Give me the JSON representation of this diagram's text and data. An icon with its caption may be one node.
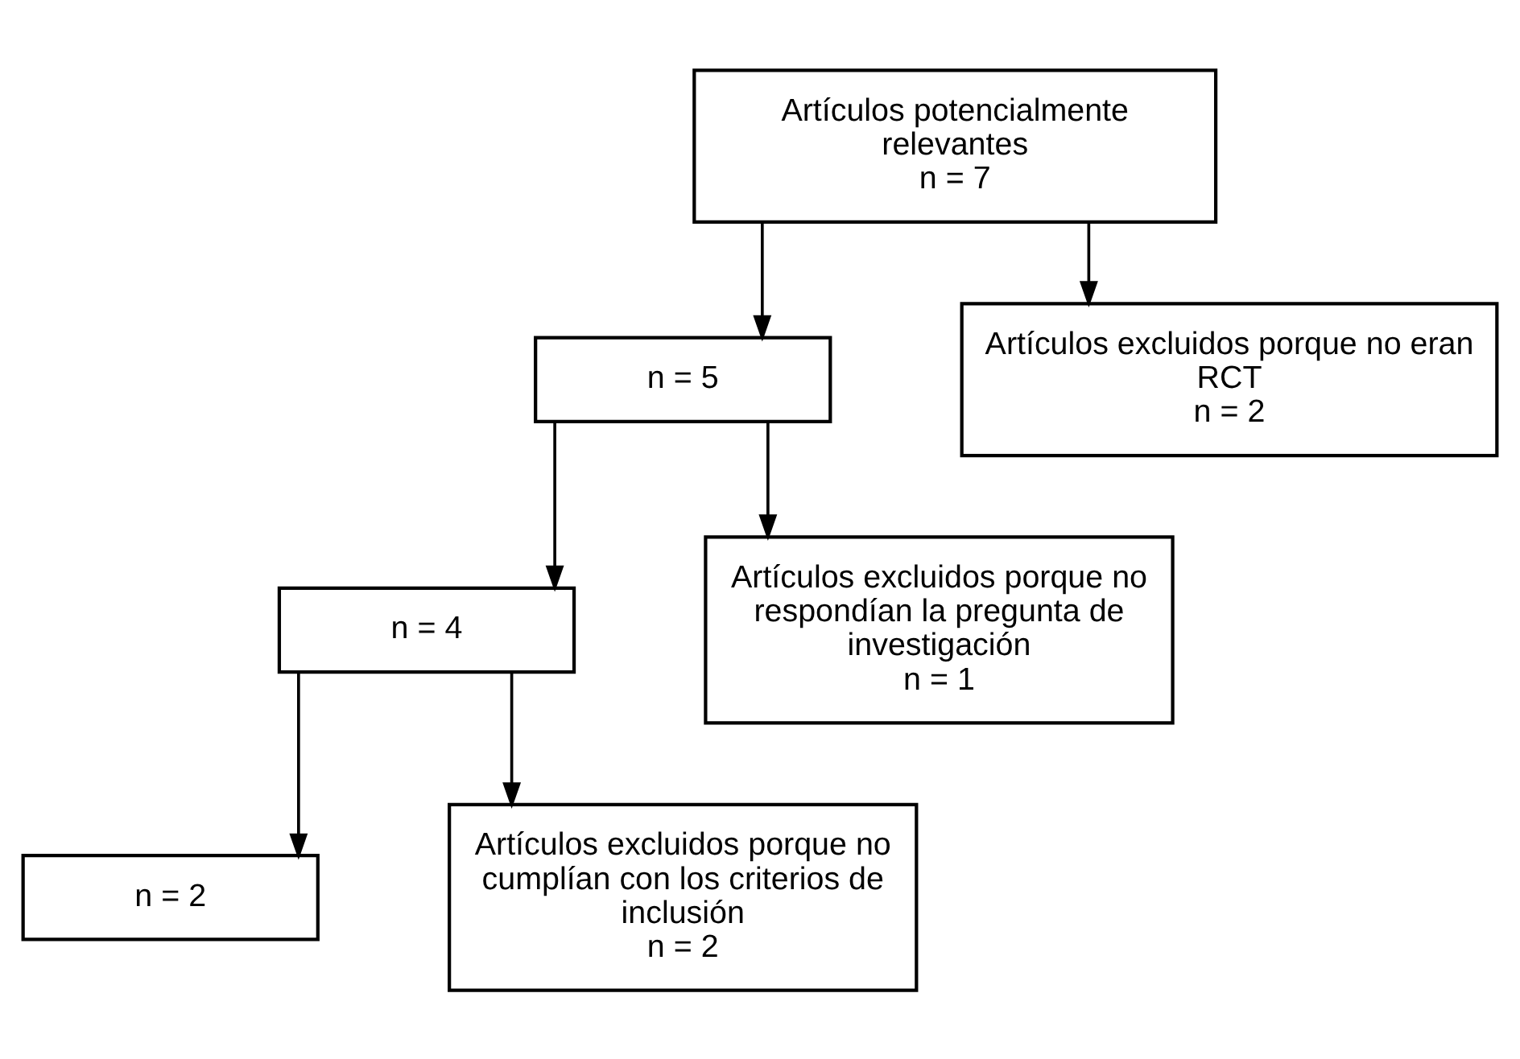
{
  "diagram": {
    "nodes": [
      {
        "text": [
          "Artículos potencialmente relevantes",
          "n = 7"
        ]
      },
      {
        "text": [
          "n = 5"
        ]
      },
      {
        "text": [
          "Artículos excluidos porque no eran RCT",
          "n = 2"
        ]
      },
      {
        "text": [
          "n = 4"
        ]
      },
      {
        "text": [
          "Artículos excluidos porque no respondían la pregunta de investigación",
          "n = 1"
        ]
      },
      {
        "text": [
          "n = 2"
        ]
      },
      {
        "text": [
          "Artículos excluidos porque no cumplían con los criterios de inclusión",
          "n = 2"
        ]
      }
    ],
    "edges": [
      {
        "from": 0,
        "to": 1,
        "arrow": "to"
      },
      {
        "from": 0,
        "to": 2,
        "arrow": "to"
      },
      {
        "from": 1,
        "to": 3,
        "arrow": "to"
      },
      {
        "from": 1,
        "to": 4,
        "arrow": "to"
      },
      {
        "from": 3,
        "to": 5,
        "arrow": "to"
      },
      {
        "from": 3,
        "to": 6,
        "arrow": "to"
      }
    ]
  }
}
